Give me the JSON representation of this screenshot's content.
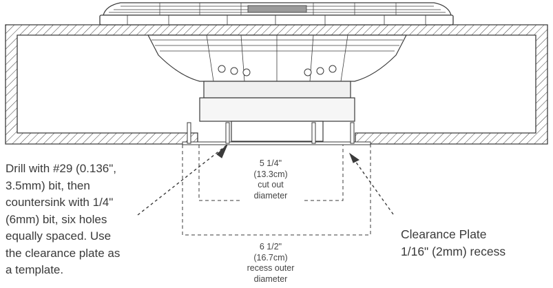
{
  "annotations": {
    "drill_note": [
      "Drill with #29 (0.136\",",
      "3.5mm) bit, then",
      "countersink with 1/4\"",
      "(6mm) bit, six holes",
      "equally spaced. Use",
      "the clearance plate as",
      "a template."
    ],
    "clearance_note": [
      "Clearance Plate",
      "1/16\" (2mm) recess"
    ],
    "cutout_dimension": [
      "5 1/4\"",
      "(13.3cm)",
      "cut out",
      "diameter"
    ],
    "recess_dimension": [
      "6 1/2\"",
      "(16.7cm)",
      "recess outer",
      "diameter"
    ]
  },
  "colors": {
    "line": "#3a3a3a",
    "text": "#3a3a3a"
  }
}
